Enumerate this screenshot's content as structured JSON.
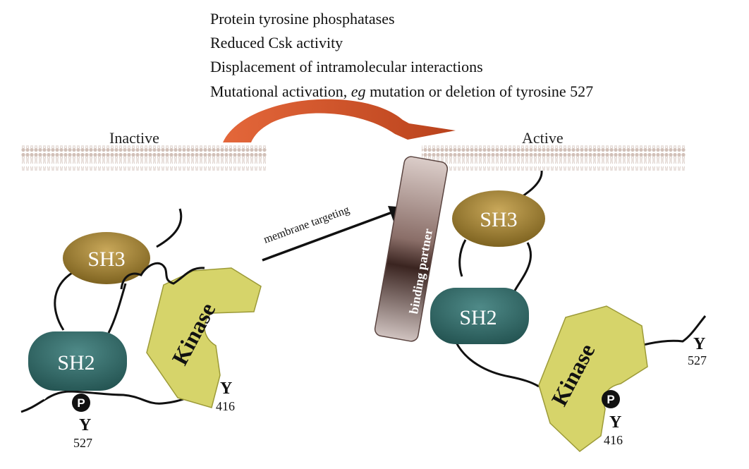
{
  "mechanisms": [
    "Protein tyrosine phosphatases",
    "Reduced Csk activity",
    "Displacement of intramolecular interactions"
  ],
  "mechanism_last": {
    "prefix": "Mutational activation, ",
    "italic": "eg",
    "suffix": " mutation or deletion of tyrosine 527"
  },
  "inactive": {
    "title": "Inactive",
    "sh3": "SH3",
    "sh2": "SH2",
    "kinase": "Kinase",
    "phospho": "P",
    "y527": {
      "y": "Y",
      "num": "527"
    },
    "y416": {
      "y": "Y",
      "num": "416"
    }
  },
  "active": {
    "title": "Active",
    "binding_partner": "binding partner",
    "sh3": "SH3",
    "sh2": "SH2",
    "kinase": "Kinase",
    "phospho": "P",
    "y527": {
      "y": "Y",
      "num": "527"
    },
    "y416": {
      "y": "Y",
      "num": "416"
    }
  },
  "arrow_label": "membrane targeting",
  "colors": {
    "sh3": "#9c7e30",
    "sh2": "#2f6b6b",
    "kinase": "#d6d46a",
    "curved_arrow": "#d9541f",
    "membrane": "#d8c9c2"
  }
}
